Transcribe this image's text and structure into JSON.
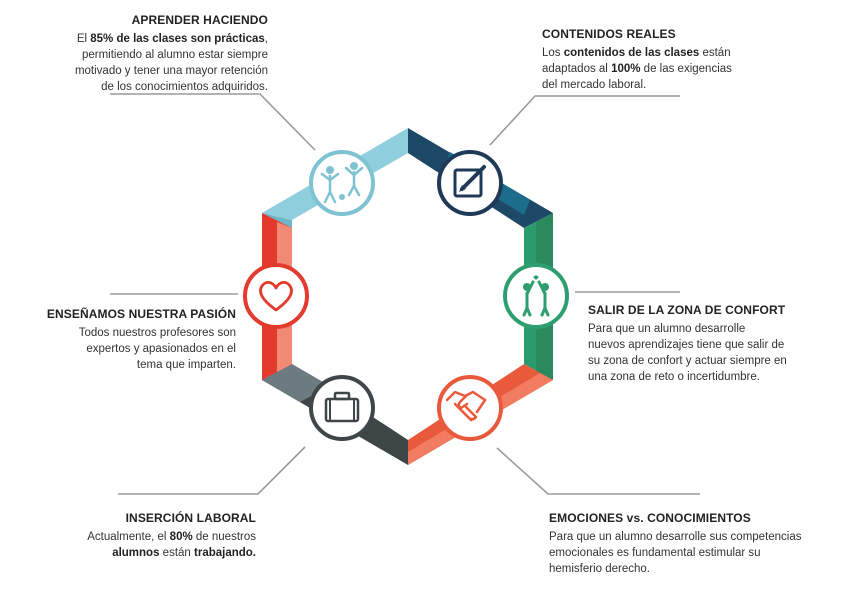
{
  "blocks": {
    "aprender": {
      "title": "APRENDER HACIENDO",
      "line1_a": "El ",
      "line1_b": "85% de las clases son prácticas",
      "line1_c": ",",
      "line2": "permitiendo al alumno estar siempre",
      "line3": "motivado y tener una mayor retención",
      "line4": "de los conocimientos adquiridos."
    },
    "contenidos": {
      "title": "CONTENIDOS REALES",
      "line1_a": "Los ",
      "line1_b": "contenidos de las clases",
      "line1_c": " están",
      "line2_a": "adaptados al ",
      "line2_b": "100%",
      "line2_c": " de las exigencias",
      "line3": "del mercado laboral."
    },
    "pasion": {
      "title": "ENSEÑAMOS NUESTRA PASIÓN",
      "line1": "Todos nuestros profesores son",
      "line2": "expertos y apasionados en el",
      "line3": "tema que imparten."
    },
    "confort": {
      "title": "SALIR DE LA ZONA DE CONFORT",
      "line1": "Para que un alumno desarrolle",
      "line2": "nuevos aprendizajes tiene que salir de",
      "line3": "su zona de confort y actuar siempre en",
      "line4": "una zona de reto o incertidumbre."
    },
    "insercion": {
      "title": "INSERCIÓN LABORAL",
      "line1_a": "Actualmente, el ",
      "line1_b": "80%",
      "line1_c": " de nuestros",
      "line2_a": "alumnos",
      "line2_b": " están ",
      "line2_c": "trabajando."
    },
    "emociones": {
      "title": "EMOCIONES vs. CONOCIMIENTOS",
      "line1": "Para que un alumno desarrolle sus competencias",
      "line2": "emocionales es fundamental estimular su",
      "line3": "hemisferio derecho."
    }
  },
  "colors": {
    "light_blue": "#7fc3d3",
    "light_blue_dark": "#5fa9bb",
    "navy": "#1f3a57",
    "teal": "#1d6f8c",
    "green": "#2e9e6e",
    "green_dark": "#23875c",
    "orange_red": "#e95a3c",
    "red": "#e23b2e",
    "red_light": "#f08a74",
    "gray_dark": "#3f4648",
    "gray": "#66767c",
    "connector": "#9a9a9a"
  },
  "icons": {
    "top_left": "kids-jumping-icon",
    "top_right": "edit-document-icon",
    "right": "celebrating-people-icon",
    "bottom_right": "handshake-icon",
    "bottom_left": "briefcase-icon",
    "left": "heart-icon"
  }
}
